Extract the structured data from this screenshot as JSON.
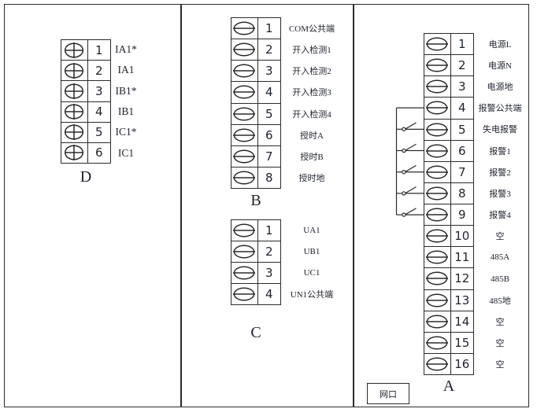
{
  "diagram": {
    "blocks": [
      {
        "id": "D",
        "letter": "D",
        "screw_type": "plus",
        "terminals": [
          {
            "num": "1",
            "label": "IA1*"
          },
          {
            "num": "2",
            "label": "IA1"
          },
          {
            "num": "3",
            "label": "IB1*"
          },
          {
            "num": "4",
            "label": "IB1"
          },
          {
            "num": "5",
            "label": "IC1*"
          },
          {
            "num": "6",
            "label": "IC1"
          }
        ]
      },
      {
        "id": "B",
        "letter": "B",
        "screw_type": "minus",
        "terminals": [
          {
            "num": "1",
            "label": "COM公共端"
          },
          {
            "num": "2",
            "label": "开入检测1"
          },
          {
            "num": "3",
            "label": "开入检测2"
          },
          {
            "num": "4",
            "label": "开入检测3"
          },
          {
            "num": "5",
            "label": "开入检测4"
          },
          {
            "num": "6",
            "label": "授时A"
          },
          {
            "num": "7",
            "label": "授时B"
          },
          {
            "num": "8",
            "label": "授时地"
          }
        ]
      },
      {
        "id": "C",
        "letter": "C",
        "screw_type": "minus",
        "terminals": [
          {
            "num": "1",
            "label": "UA1"
          },
          {
            "num": "2",
            "label": "UB1"
          },
          {
            "num": "3",
            "label": "UC1"
          },
          {
            "num": "4",
            "label": "UN1公共端"
          }
        ]
      },
      {
        "id": "A",
        "letter": "A",
        "screw_type": "minus",
        "terminals": [
          {
            "num": "1",
            "label": "电源L"
          },
          {
            "num": "2",
            "label": "电源N"
          },
          {
            "num": "3",
            "label": "电源地"
          },
          {
            "num": "4",
            "label": "报警公共端"
          },
          {
            "num": "5",
            "label": "失电报警"
          },
          {
            "num": "6",
            "label": "报警1"
          },
          {
            "num": "7",
            "label": "报警2"
          },
          {
            "num": "8",
            "label": "报警3"
          },
          {
            "num": "9",
            "label": "报警4"
          },
          {
            "num": "10",
            "label": "空"
          },
          {
            "num": "11",
            "label": "485A"
          },
          {
            "num": "12",
            "label": "485B"
          },
          {
            "num": "13",
            "label": "485地"
          },
          {
            "num": "14",
            "label": "空"
          },
          {
            "num": "15",
            "label": "空"
          },
          {
            "num": "16",
            "label": "空"
          }
        ]
      }
    ],
    "relay_bus": {
      "block": "A",
      "common_terminal": 4,
      "contact_terminals": [
        5,
        6,
        7,
        8,
        9
      ]
    },
    "network_port": {
      "label": "网口"
    },
    "colors": {
      "line": "#2b2b2b",
      "text": "#20242e",
      "background": "#ffffff"
    }
  }
}
